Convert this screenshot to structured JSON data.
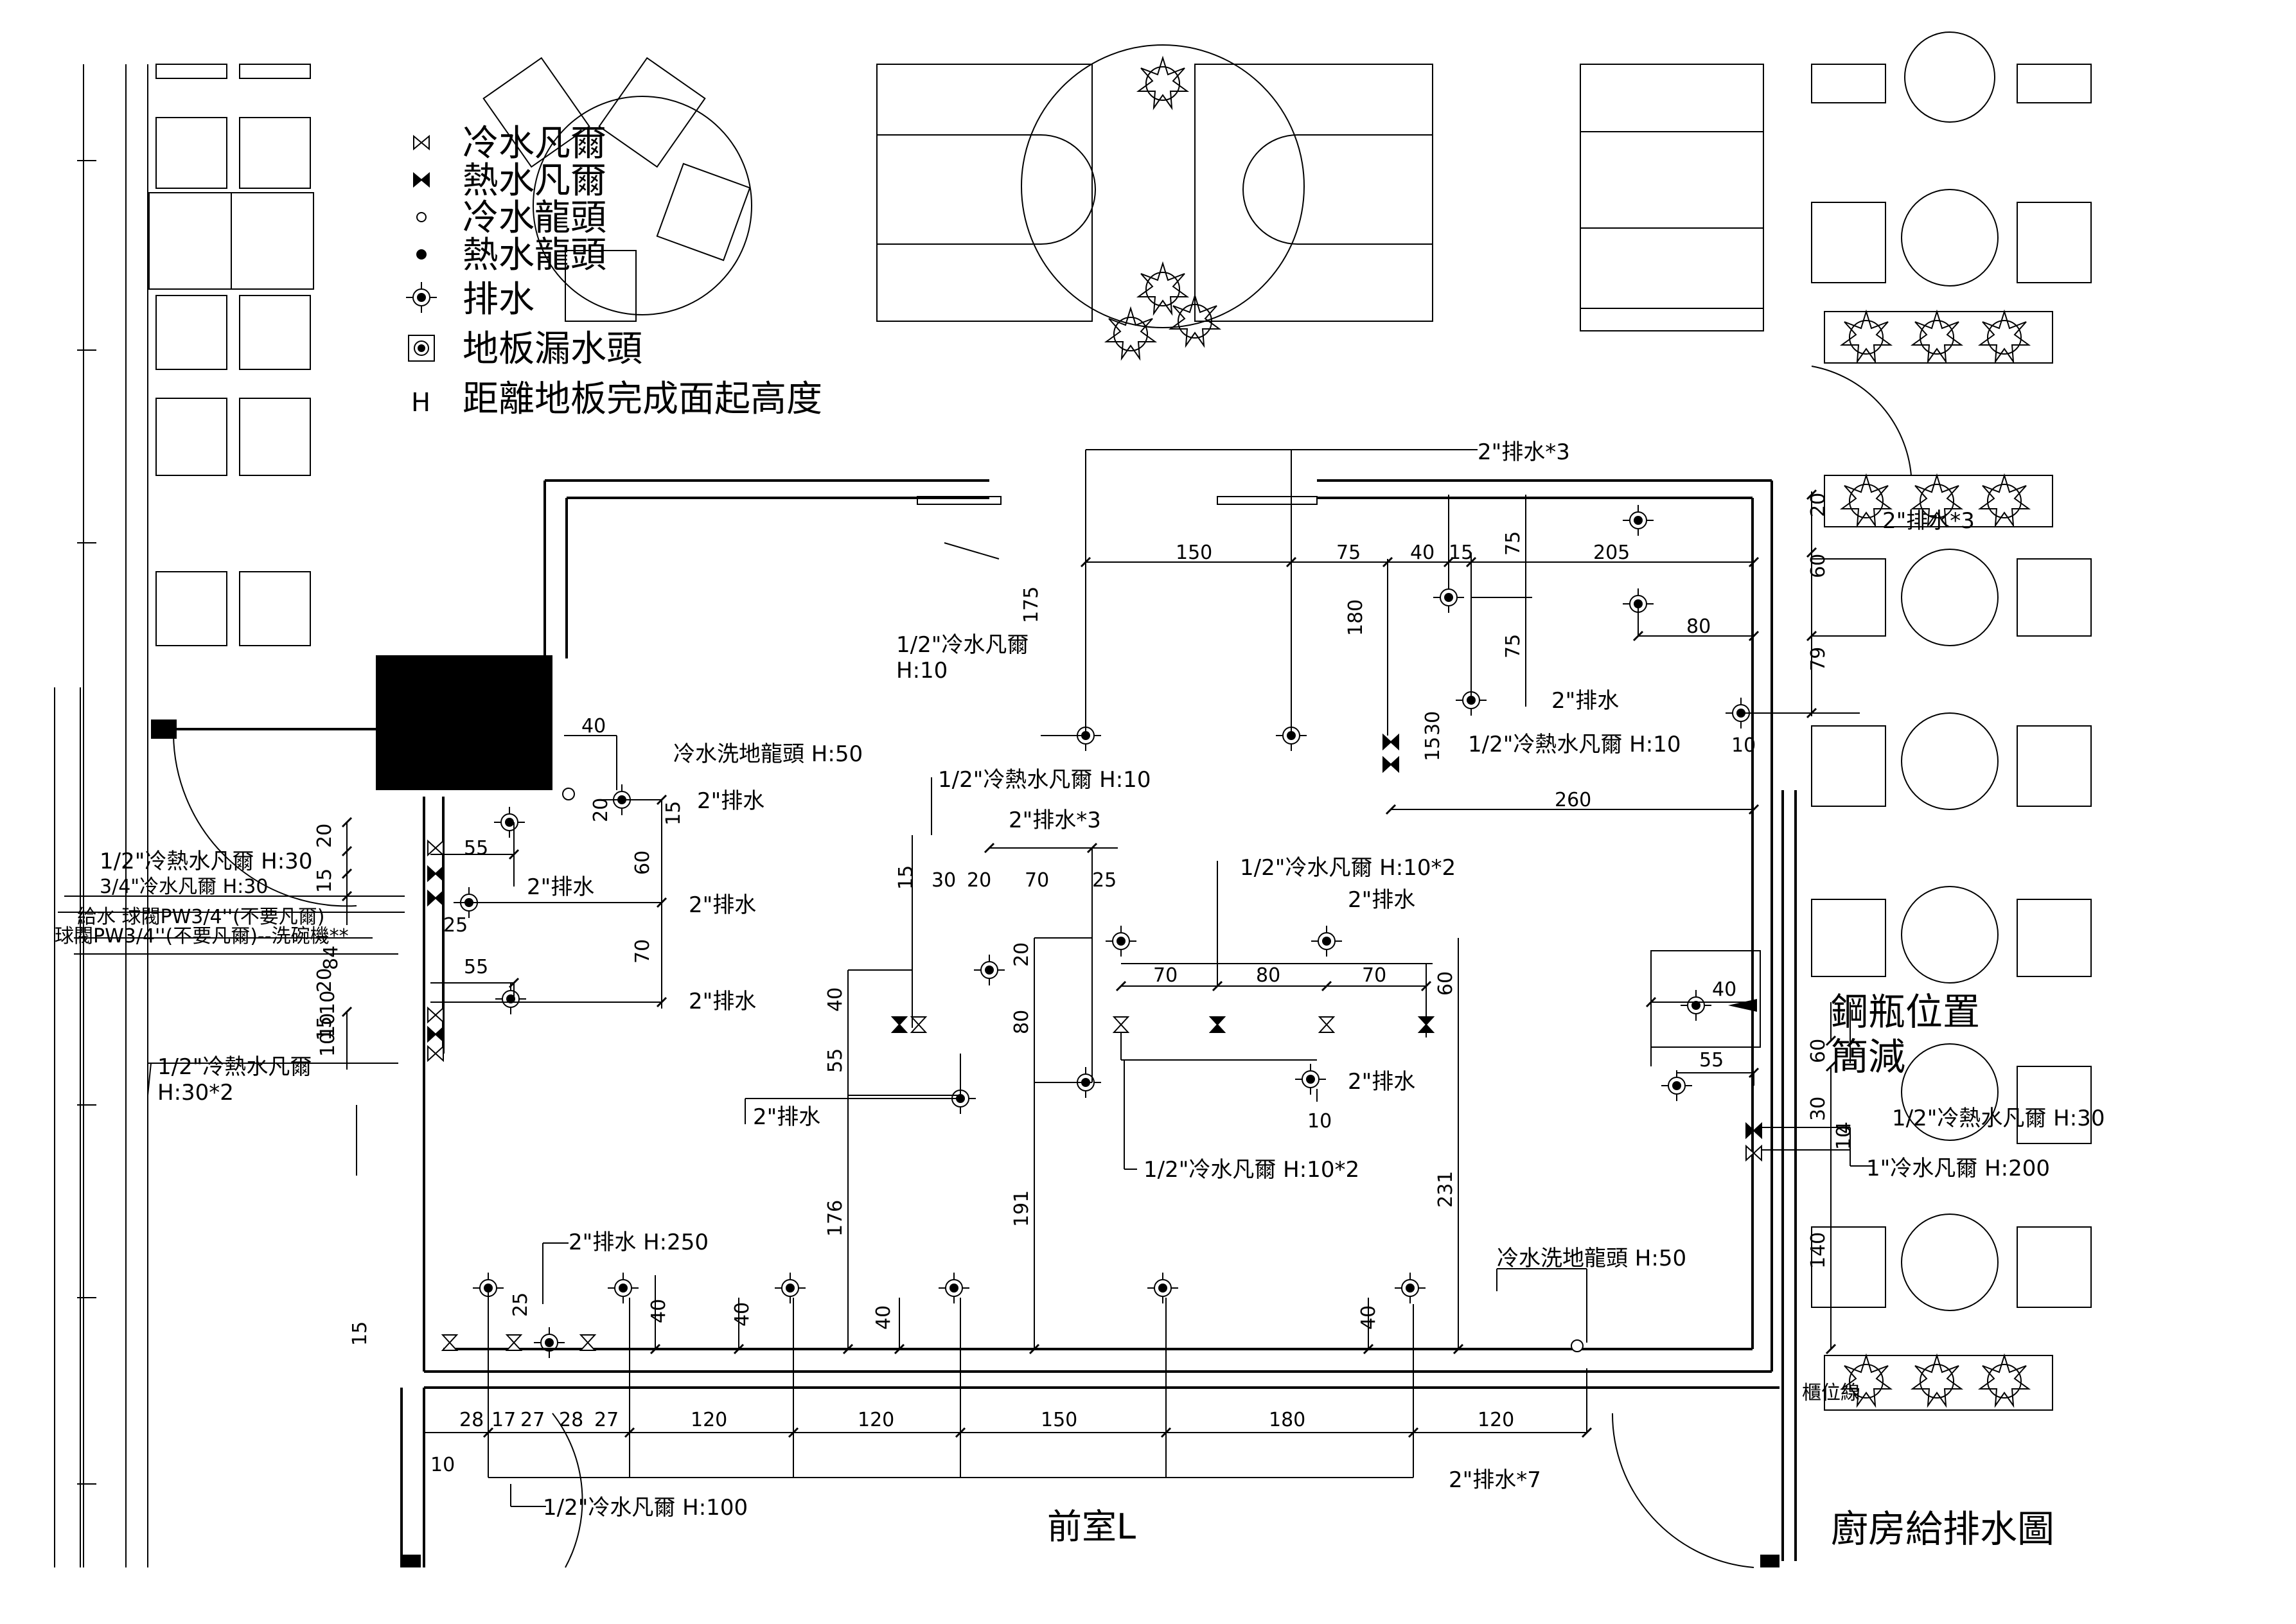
{
  "legend": [
    {
      "symbol": "cold-valve",
      "label": "冷水凡爾"
    },
    {
      "symbol": "hot-valve",
      "label": "熱水凡爾"
    },
    {
      "symbol": "cold-faucet",
      "label": "冷水龍頭"
    },
    {
      "symbol": "hot-faucet",
      "label": "熱水龍頭"
    },
    {
      "symbol": "drain",
      "label": "排水"
    },
    {
      "symbol": "floor-drain",
      "label": "地板漏水頭"
    },
    {
      "symbol": "H",
      "label": "距離地板完成面起高度"
    }
  ],
  "labels": [
    {
      "text": "2\"排水*3"
    },
    {
      "text": "2\"排水*3"
    },
    {
      "text": "1/2\"冷水凡爾"
    },
    {
      "text": "H:10"
    },
    {
      "text": "2\"排水"
    },
    {
      "text": "1/2\"冷熱水凡爾 H:10"
    },
    {
      "text": "冷水洗地龍頭 H:50"
    },
    {
      "text": "2\"排水"
    },
    {
      "text": "1/2\"冷熱水凡爾 H:10"
    },
    {
      "text": "2\"排水*3"
    },
    {
      "text": "1/2\"冷熱水凡爾 H:30"
    },
    {
      "text": "3/4\"冷水凡爾 H:30"
    },
    {
      "text": "2\"排水"
    },
    {
      "text": "2\"排水"
    },
    {
      "text": "給水 球閥PW3/4''(不要凡爾)"
    },
    {
      "text": "球閥PW3/4''(不要凡爾)--洗碗機**"
    },
    {
      "text": "1/2\"冷水凡爾 H:10*2"
    },
    {
      "text": "2\"排水"
    },
    {
      "text": "2\"排水"
    },
    {
      "text": "1/2\"冷熱水凡爾"
    },
    {
      "text": "H:30*2"
    },
    {
      "text": "2\"排水"
    },
    {
      "text": "2\"排水"
    },
    {
      "text": "1/2\"冷水凡爾 H:10*2"
    },
    {
      "text": "1/2\"冷熱水凡爾 H:30"
    },
    {
      "text": "1\"冷水凡爾 H:200"
    },
    {
      "text": "2\"排水 H:250"
    },
    {
      "text": "冷水洗地龍頭 H:50"
    },
    {
      "text": "2\"排水*7"
    },
    {
      "text": "1/2\"冷水凡爾 H:100"
    },
    {
      "text": "櫃位線"
    }
  ],
  "dimensions": {
    "top": [
      "150",
      "75",
      "40",
      "15",
      "75",
      "205",
      "80",
      "75",
      "20",
      "60",
      "79",
      "180",
      "175",
      "30",
      "15",
      "260",
      "10"
    ],
    "left": [
      "40",
      "20",
      "15",
      "20",
      "15",
      "55",
      "60",
      "70",
      "25",
      "55",
      "20",
      "15",
      "84",
      "10",
      "10",
      "10",
      "25",
      "15"
    ],
    "middle": [
      "15",
      "30",
      "20",
      "70",
      "25",
      "40",
      "55",
      "20",
      "80",
      "176",
      "191",
      "70",
      "80",
      "70",
      "60",
      "10",
      "231"
    ],
    "right": [
      "40",
      "55",
      "60",
      "30",
      "10",
      "4",
      "140"
    ],
    "bottom": [
      "28",
      "17",
      "27",
      "28",
      "27",
      "120",
      "120",
      "150",
      "180",
      "120",
      "10",
      "40",
      "40",
      "40",
      "40"
    ]
  },
  "overlay_text": {
    "line1": "鋼瓶位置",
    "line2": "簡減"
  },
  "room_label": "前室L",
  "drawing_title": "廚房給排水圖"
}
